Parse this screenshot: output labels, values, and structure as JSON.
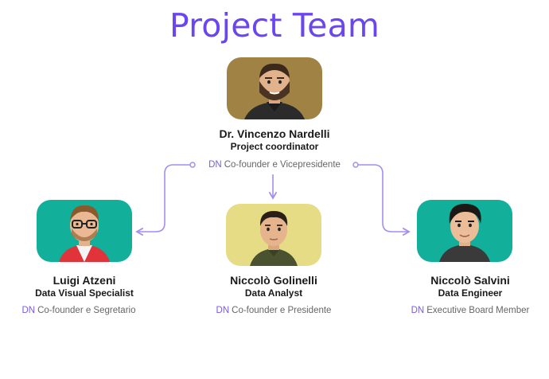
{
  "title": "Project Team",
  "colors": {
    "accent": "#6a45f0",
    "connector": "#a48ef0",
    "card_brown": "#a18245",
    "card_teal": "#12b09a",
    "card_yellow": "#e6dc86"
  },
  "members": [
    {
      "name": "Dr. Vincenzo Nardelli",
      "role": "Project coordinator",
      "tag": "DN",
      "note": "Co-founder e Vicepresidente",
      "avatar": "bearded-man-avatar"
    },
    {
      "name": "Luigi Atzeni",
      "role": "Data Visual Specialist",
      "tag": "DN",
      "note": "Co-founder e Segretario",
      "avatar": "man-with-glasses-avatar"
    },
    {
      "name": "Niccolò Golinelli",
      "role": "Data Analyst",
      "tag": "DN",
      "note": "Co-founder e Presidente",
      "avatar": "young-man-avatar"
    },
    {
      "name": "Niccolò Salvini",
      "role": "Data Engineer",
      "tag": "DN",
      "note": "Executive Board Member",
      "avatar": "dark-hair-man-avatar"
    }
  ]
}
